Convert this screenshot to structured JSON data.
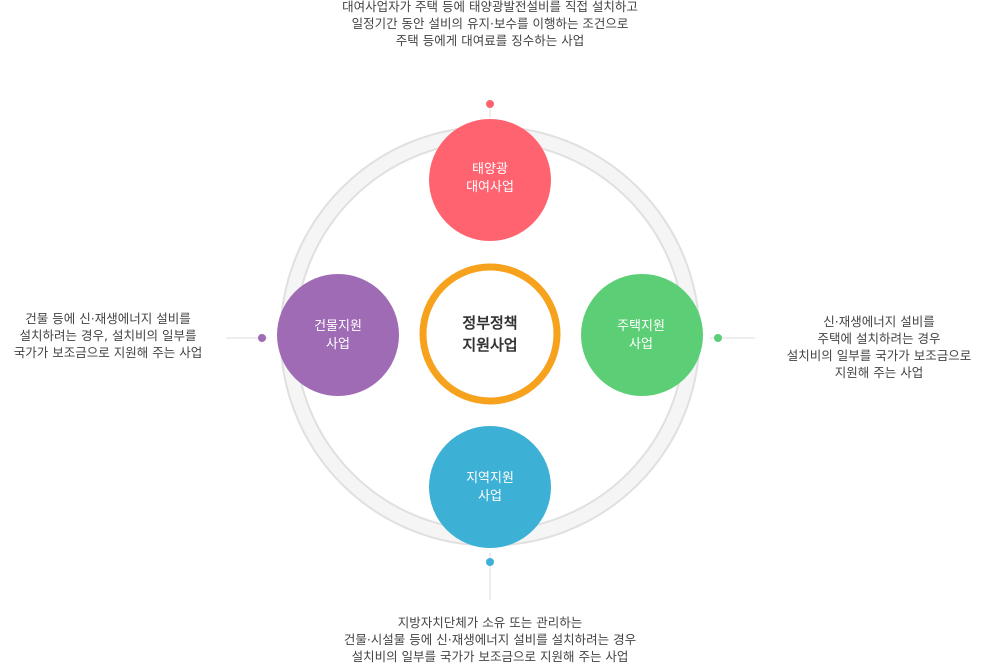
{
  "center": {
    "lines": [
      "정부정책",
      "지원사업"
    ]
  },
  "nodes": {
    "top": {
      "lines": [
        "태양광",
        "대여사업"
      ],
      "color": "#ff6370",
      "description": [
        "대여사업자가 주택 등에 태양광발전설비를 직접 설치하고",
        "일정기간 동안 설비의 유지·보수를 이행하는 조건으로",
        "주택 등에게 대여료를 징수하는 사업"
      ]
    },
    "left": {
      "lines": [
        "건물지원",
        "사업"
      ],
      "color": "#a06bb5",
      "description": [
        "건물 등에 신·재생에너지 설비를",
        "설치하려는 경우, 설치비의 일부를",
        "국가가 보조금으로 지원해 주는 사업"
      ]
    },
    "right": {
      "lines": [
        "주택지원",
        "사업"
      ],
      "color": "#5cce76",
      "description": [
        "신·재생에너지 설비를",
        "주택에 설치하려는 경우",
        "설치비의 일부를 국가가 보조금으로",
        "지원해 주는 사업"
      ]
    },
    "bottom": {
      "lines": [
        "지역지원",
        "사업"
      ],
      "color": "#3db0d6",
      "description": [
        "지방자치단체가 소유 또는 관리하는",
        "건물·시설물 등에 신·재생에너지 설비를 설치하려는 경우",
        "설치비의 일부를 국가가 보조금으로 지원해 주는 사업"
      ]
    }
  },
  "colors": {
    "center_ring": "#f6a21d",
    "outer_ring": "#ededed",
    "connector_line": "#dddddd"
  }
}
